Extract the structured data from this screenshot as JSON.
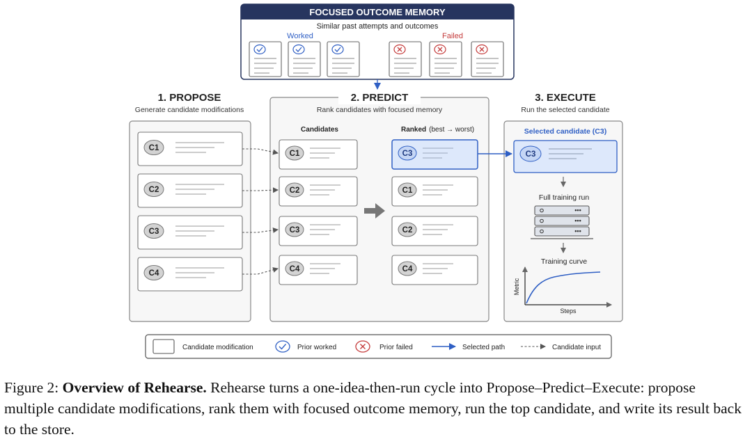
{
  "memory": {
    "title": "FOCUSED OUTCOME MEMORY",
    "subtitle": "Similar past attempts and outcomes",
    "worked_label": "Worked",
    "failed_label": "Failed"
  },
  "propose": {
    "title": "1. PROPOSE",
    "subtitle": "Generate candidate modifications",
    "candidates": [
      "C1",
      "C2",
      "C3",
      "C4"
    ]
  },
  "predict": {
    "title": "2. PREDICT",
    "subtitle": "Rank candidates with focused memory",
    "candidates_header": "Candidates",
    "ranked_header": "Ranked",
    "ranked_note": "(best → worst)",
    "candidates": [
      "C1",
      "C2",
      "C3",
      "C4"
    ],
    "ranked": [
      "C3",
      "C1",
      "C2",
      "C4"
    ]
  },
  "execute": {
    "title": "3. EXECUTE",
    "subtitle": "Run the selected candidate",
    "selected_header": "Selected candidate (C3)",
    "selected": "C3",
    "training_label": "Full training run",
    "curve_label": "Training curve",
    "y_axis_label": "Metric",
    "x_axis_label": "Steps"
  },
  "legend": {
    "candidate": "Candidate modification",
    "worked": "Prior worked",
    "failed": "Prior failed",
    "selected": "Selected path",
    "input": "Candidate input"
  },
  "caption": {
    "prefix": "Figure 2: ",
    "bold": "Overview of Rehearse.",
    "body": " Rehearse turns a one-idea-then-run cycle into Propose–Predict–Execute: propose multiple candidate modifications, rank them with focused outcome memory, run the top candidate, and write its result back to the store."
  },
  "colors": {
    "navy": "#27355f",
    "blue": "#2f5fc4",
    "red": "#c43a3a",
    "selected_fill": "#dde8fb"
  }
}
